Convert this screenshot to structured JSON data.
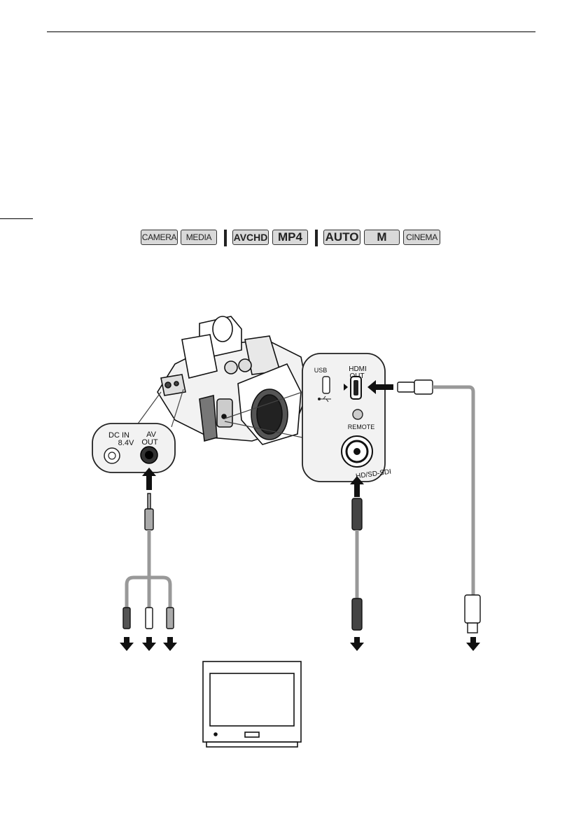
{
  "mode_icons": {
    "camera": "CAMERA",
    "media": "MEDIA",
    "avchd": "AVCHD",
    "mp4": "MP4",
    "auto": "AUTO",
    "manual": "M",
    "cinema": "CINEMA"
  },
  "diagram": {
    "left_panel": {
      "dc_in": "DC IN",
      "dc_voltage": "8.4V",
      "av": "AV",
      "out": "OUT"
    },
    "right_panel": {
      "usb": "USB",
      "hdmi": "HDMI",
      "out": "OUT",
      "remote": "REMOTE",
      "sdi": "HD/SD-SDI"
    }
  },
  "icons": [
    "camcorder-illustration",
    "usb-symbol-icon",
    "down-arrow-icon",
    "up-arrow-icon",
    "left-arrow-icon",
    "monitor-illustration"
  ]
}
